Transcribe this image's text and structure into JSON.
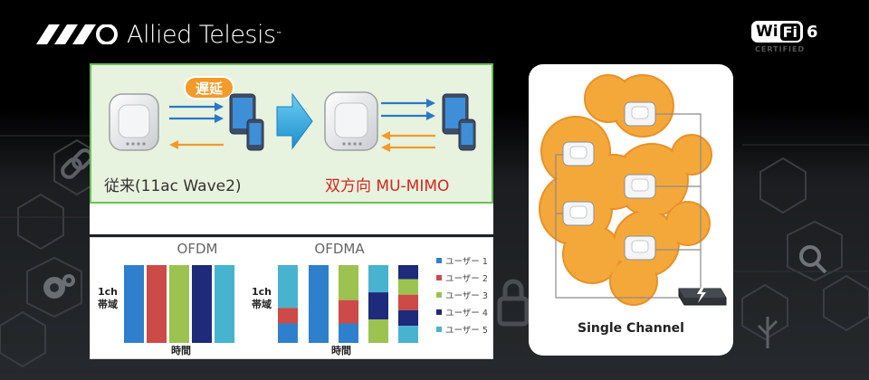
{
  "header": {
    "brand_name": "Allied Telesis",
    "brand_tm": "™",
    "wifi_badge": {
      "wi": "Wi",
      "fi": "Fi",
      "six": "6",
      "certified": "CERTIFIED"
    }
  },
  "mimo_panel": {
    "delay_badge": "遅延",
    "conventional_label": "従来(11ac Wave2)",
    "bidirectional_label": "双方向 MU-MIMO",
    "colors": {
      "downlink_arrow": "#2b77c8",
      "uplink_arrow": "#f39a2b",
      "big_arrow": "#35a9df",
      "red_text": "#d2261e",
      "panel_bg": "#e7f3de"
    }
  },
  "ofdm_panel": {
    "ofdm_title": "OFDM",
    "ofdma_title": "OFDMA",
    "y_label_line1": "1ch",
    "y_label_line2": "帯域",
    "x_label": "時間",
    "legend": [
      {
        "name": "ユーザー 1",
        "color": "#2f80cc"
      },
      {
        "name": "ユーザー 2",
        "color": "#cc4a47"
      },
      {
        "name": "ユーザー 3",
        "color": "#9cc250"
      },
      {
        "name": "ユーザー 4",
        "color": "#1e2a7a"
      },
      {
        "name": "ユーザー 5",
        "color": "#48b3cf"
      }
    ],
    "ofdm_columns": [
      1,
      2,
      3,
      4,
      5
    ],
    "ofdma_columns": [
      [
        {
          "user": 5,
          "share": 0.55
        },
        {
          "user": 2,
          "share": 0.2
        },
        {
          "user": 1,
          "share": 0.25
        }
      ],
      [
        {
          "user": 1,
          "share": 1.0
        }
      ],
      [
        {
          "user": 3,
          "share": 0.45
        },
        {
          "user": 2,
          "share": 0.3
        },
        {
          "user": 1,
          "share": 0.25
        }
      ],
      [
        {
          "user": 5,
          "share": 0.35
        },
        {
          "user": 4,
          "share": 0.35
        },
        {
          "user": 3,
          "share": 0.3
        }
      ],
      [
        {
          "user": 4,
          "share": 0.18
        },
        {
          "user": 3,
          "share": 0.2
        },
        {
          "user": 2,
          "share": 0.2
        },
        {
          "user": 4,
          "share": 0.2
        },
        {
          "user": 5,
          "share": 0.22
        }
      ]
    ]
  },
  "single_channel_panel": {
    "caption": "Single Channel",
    "cloud_color": "#f5a83a",
    "cloud_edge": "#e8902a"
  }
}
